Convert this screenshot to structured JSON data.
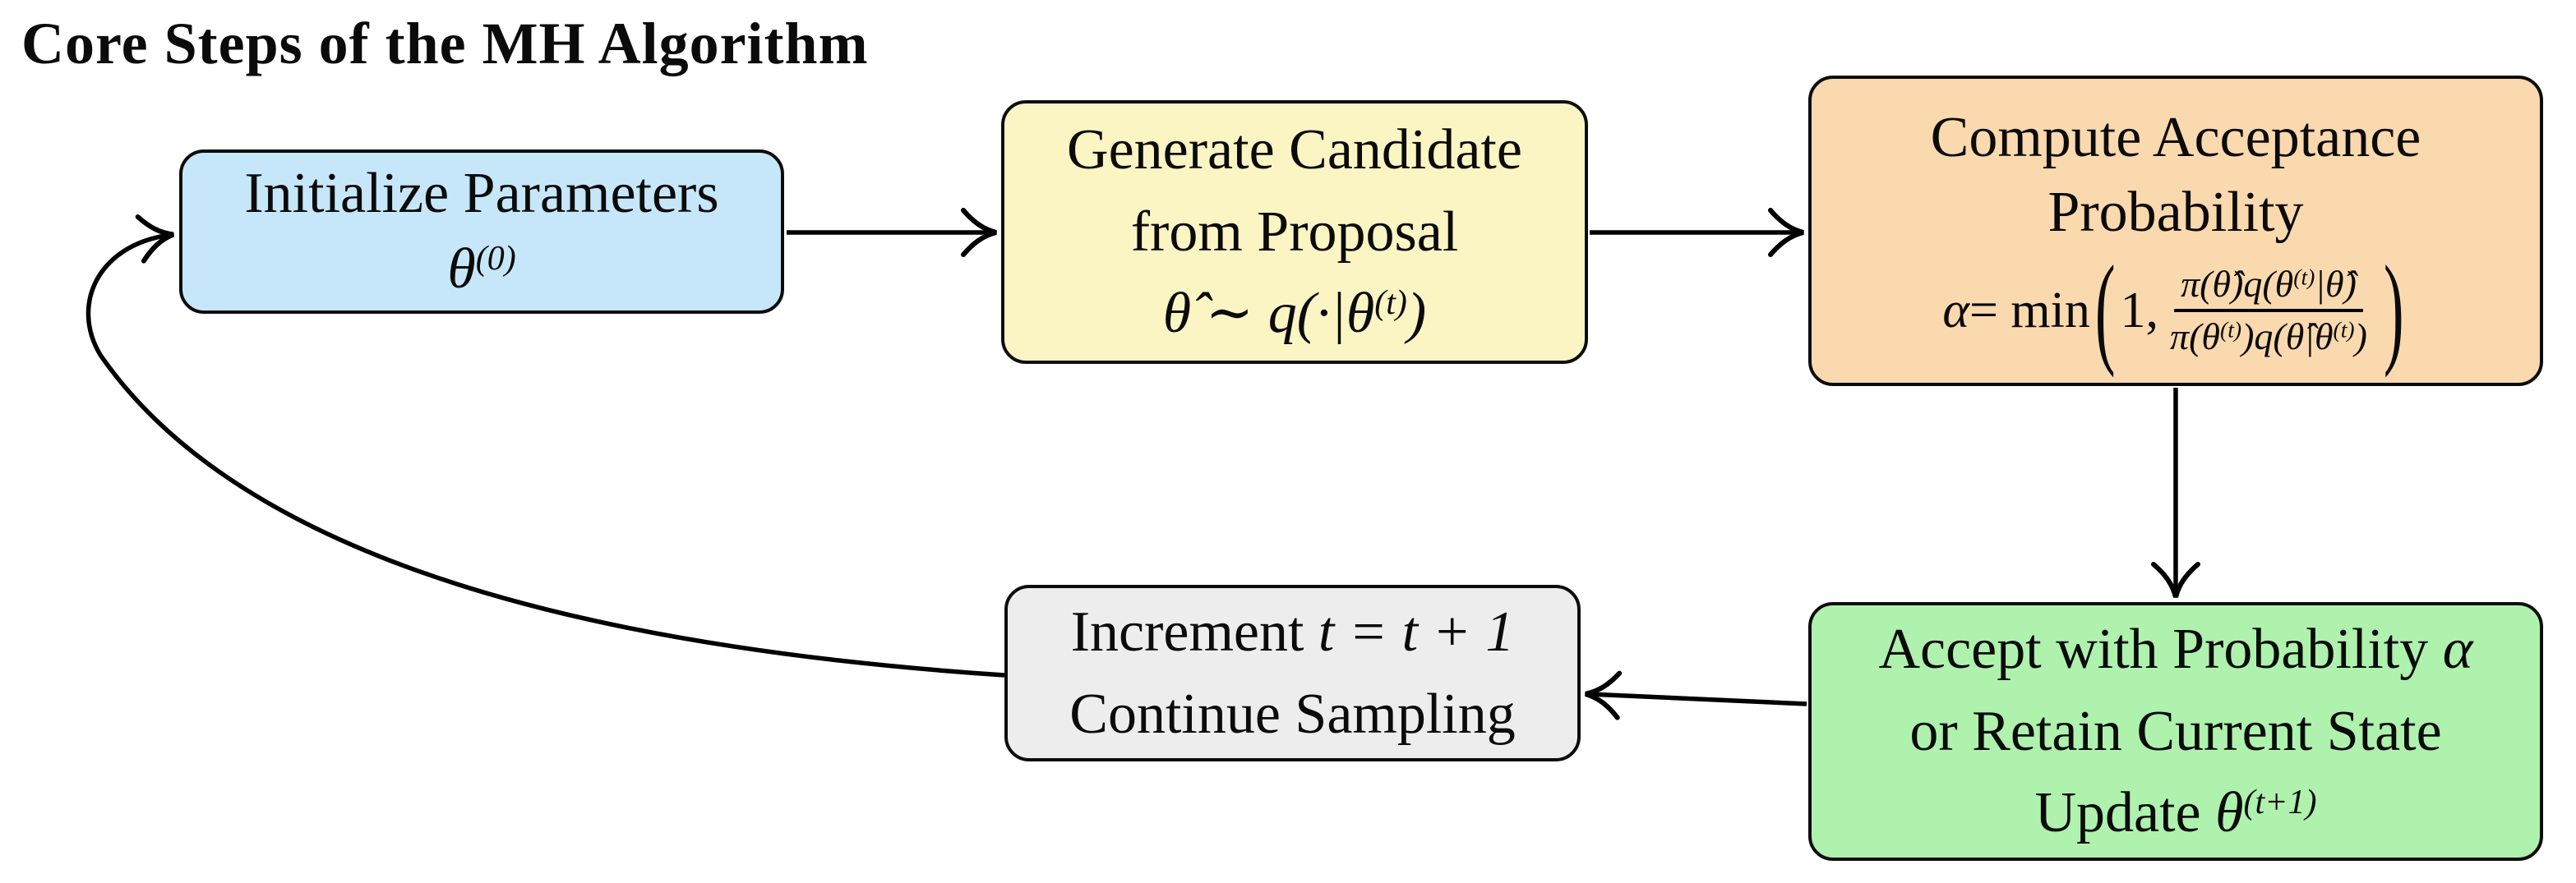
{
  "title": "Core Steps of the MH Algorithm",
  "colors": {
    "initialize_fill": "#c6e7f9",
    "generate_fill": "#fbf5c3",
    "acceptance_fill": "#fbd9ae",
    "accept_update_fill": "#aef2ad",
    "increment_fill": "#ededed",
    "border": "#0c0c0c",
    "arrow": "#000000"
  },
  "boxes": {
    "initialize": {
      "line1": "Initialize Parameters",
      "math": {
        "base": "θ",
        "sup": "(0)"
      }
    },
    "generate": {
      "line1": "Generate Candidate",
      "line2": "from Proposal",
      "math": {
        "pre": "θ̂ ∼ q(·|θ",
        "sup": "(t)",
        "post": ")"
      }
    },
    "acceptance": {
      "line1": "Compute Acceptance",
      "line2": "Probability",
      "formula": {
        "lhs": "α",
        "rel": " = min",
        "open": "(",
        "arg": "1,",
        "num": {
          "p1": "π(θ̂)q(θ",
          "sup": "(t)",
          "p2": "|θ̂)"
        },
        "den": {
          "p1": "π(θ",
          "sup1": "(t)",
          "p2": ")q(θ̂|θ",
          "sup2": "(t)",
          "p3": ")"
        },
        "close": ")"
      }
    },
    "accept_update": {
      "line1_text": "Accept with Probability",
      "line1_alpha": "α",
      "line2": "or Retain Current State",
      "math": {
        "word": "Update",
        "base": "θ",
        "sup": "(t+1)"
      }
    },
    "increment": {
      "line1_text": "Increment",
      "line1_math": "t = t + 1",
      "line2": "Continue Sampling"
    }
  }
}
